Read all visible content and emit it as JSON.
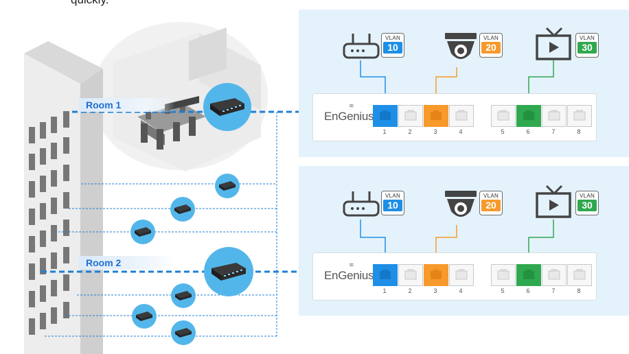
{
  "top_text": "quickly.",
  "rooms": [
    {
      "label": "Room 1"
    },
    {
      "label": "Room 2"
    }
  ],
  "switch_brand": "EnGenius",
  "port_numbers": [
    "1",
    "2",
    "3",
    "4",
    "5",
    "6",
    "7",
    "8"
  ],
  "vlans": [
    {
      "label": "VLAN",
      "number": "10",
      "device": "router-icon",
      "color": "#1e8fe6"
    },
    {
      "label": "VLAN",
      "number": "20",
      "device": "dome-camera-icon",
      "color": "#f79a2b"
    },
    {
      "label": "VLAN",
      "number": "30",
      "device": "tv-icon",
      "color": "#2fa84f"
    }
  ],
  "colors": {
    "vlan10": "#1e8fe6",
    "vlan20": "#f79a2b",
    "vlan30": "#2fa84f",
    "link_dashed": "#1e7fd6",
    "panel_bg": "#e4f2fb"
  }
}
